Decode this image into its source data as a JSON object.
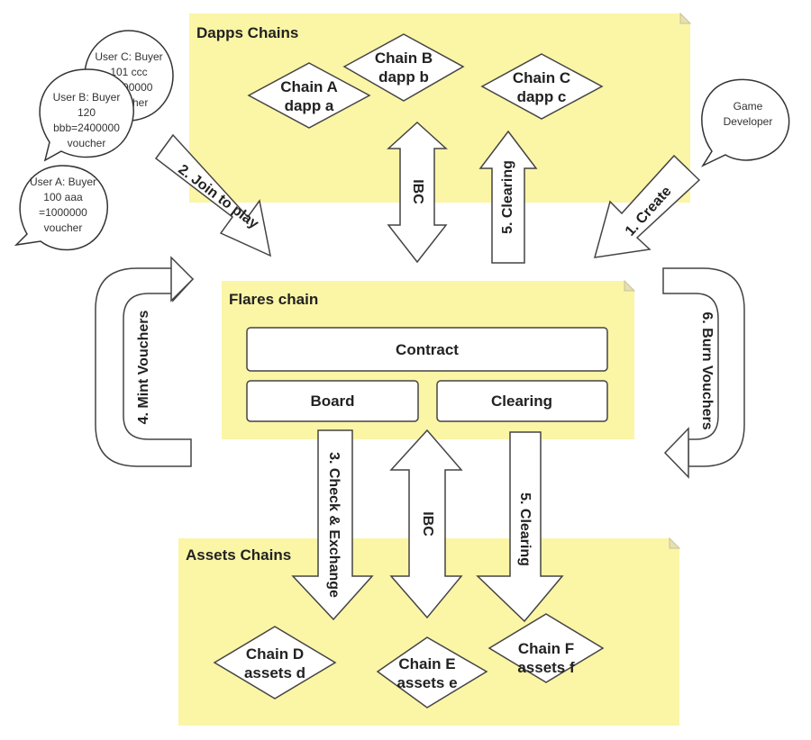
{
  "zones": {
    "dapps": "Dapps Chains",
    "flares": "Flares chain",
    "assets": "Assets Chains"
  },
  "chains": {
    "a": [
      "Chain A",
      "dapp a"
    ],
    "b": [
      "Chain B",
      "dapp b"
    ],
    "c": [
      "Chain C",
      "dapp c"
    ],
    "d": [
      "Chain D",
      "assets d"
    ],
    "e": [
      "Chain E",
      "assets e"
    ],
    "f": [
      "Chain F",
      "assets f"
    ]
  },
  "flares_boxes": {
    "contract": "Contract",
    "board": "Board",
    "clearing": "Clearing"
  },
  "arrows": {
    "join": "2. Join to play",
    "ibc_top": "IBC",
    "clearing_top": "5. Clearing",
    "create": "1. Create",
    "mint": "4. Mint Vouchers",
    "burn": "6. Burn Vouchers",
    "check": "3. Check & Exchange",
    "ibc_bottom": "IBC",
    "clearing_bottom": "5. Clearing"
  },
  "bubbles": {
    "user_c": [
      "User C: Buyer",
      "101 ccc",
      "=1100000",
      "voucher"
    ],
    "user_b": [
      "User B: Buyer",
      "120",
      "bbb=2400000",
      "voucher"
    ],
    "user_a": [
      "User A: Buyer",
      "100 aaa",
      "=1000000",
      "voucher"
    ],
    "developer": [
      "Game",
      "Developer"
    ]
  },
  "colors": {
    "note_fill": "#fbf5a6",
    "stroke": "#444444",
    "shape_fill": "#ffffff",
    "text": "#222222"
  }
}
